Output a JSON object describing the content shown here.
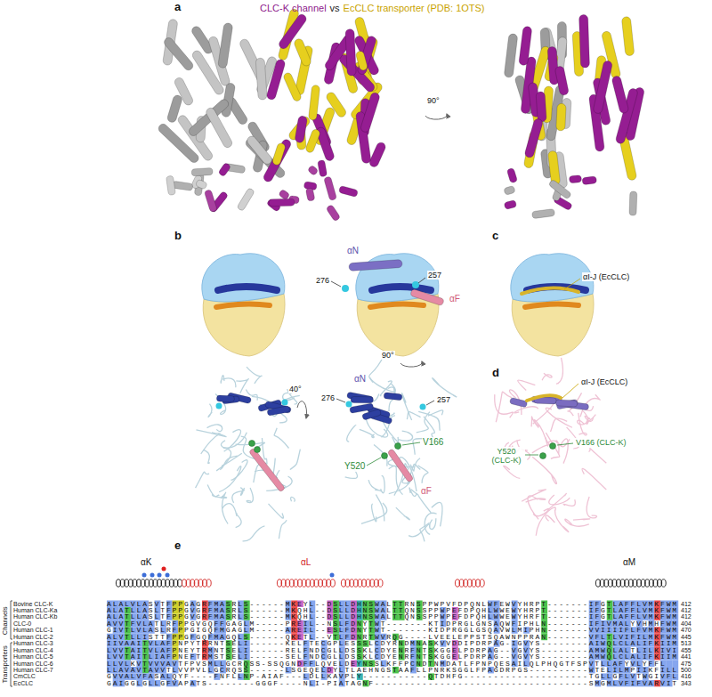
{
  "diagram": {
    "labels": [
      "a",
      "CLC-K channel",
      "vs",
      "EcCLC transporter (PDB: 1OTS)",
      "90°",
      "b",
      "αN",
      "276",
      "257",
      "αF",
      "90°",
      "40°",
      "αN",
      "276",
      "257",
      "V166",
      "Y520",
      "αF",
      "c",
      "αI-J (EcCLC)",
      "d",
      "αI-J (EcCLC)",
      "V166 (CLC-K)",
      "Y520 (CLC-K)",
      "e",
      "αK",
      "αL",
      "αM",
      "Channels",
      "Transporters",
      "Bovine CLC-K",
      "ALALVLASVTFPPGAGRFMASRLS------MKEYL--DSLLDHNSWALTTRNSPPWPVFDPQNLWFEWVYHRPT-------IFGTLAFFLVMKFWM",
      "412",
      "Human CLC-Ka",
      "ALATLLASLTFPPGVGRFMASRLS------MKQHL--DSLLDHNSWALTTQNSSPPWPEFDPQHLWWEWYHRPT-------IFGTLAFFLVMKFWM",
      "412",
      "Human CLC-Kb",
      "ALATLLASLTFPPGVGRFMASRLS------MKQHL--DSLLDHNSWALTTQNSSPPWPEFDPQHLWWEWYHRFT-------IFGTLAFFLVMKFWM",
      "412",
      "CLC-0",
      "AVVTFVLATLRFPPGVGQFFGAGLM-----PREIL--NSLFDNYTWT-------KTIDPRGLGNSAQWFIPHLN-------IFIVMALYVHMHFWM",
      "404",
      "Human CLC-1",
      "GIVTLVLASLRFPPGIGQFMGAGLM-----AREIL--ESLFDNYTWT-------KIDPRGGLGSQAVWLMIPHN-------VVIIIIFLFVMKFWM",
      "470",
      "Human CLC-2",
      "ALVTLLISTTFPPGFGQFMAGQLS------QKETL--VTLFDNRTWVRQG----LVEELEPPSTSQAWNPPRAN-------VFLTLVIFILMKFWM",
      "445",
      "Human CLC-3",
      "IIVAAITVLAFPNPYTRRNTSELI------KELFTECGPLESSSLCDYRNDMNASKVVDDIPDRPAG-IGVYS--------AIWQLCLALIFKIIM",
      "513",
      "Human CLC-4",
      "LVVTAITVLAFPNEYTRMNTSELI------RELFNDCGLLDSSKLCDYENRFNTSKGGELPDRPAG--VGVYS--------AMWQLALTLILKIVI",
      "455",
      "Human CLC-5",
      "LVVTAITLIAFPNEFTRMSTSELI------SELFNDCGLLDSSKLCDYENRFNTSKGGELPDRPAG--VGVYS--------AMWQLCLALIFKIIM",
      "441",
      "Human CLC-6",
      "LLVLKVTVVVAVTFPVSMLLGCRQSS-SSQGNDFFLQVELDEYNSSLKFFPCNDTNMDATLFPNPQESAILQLPHQGTFSPVTLLAFYVLYFFL",
      "475",
      "Human CLC-7",
      "LLAVAVTAVVTLVVPVLLGCRQSS------LSGEQELDYLTLAEHNGSTAAFLLPNRKSGGLFPAGDRPGS----------WTELILMPIIKFILL",
      "500",
      "CmCLC",
      "GVVALVFASALQYF----FNFLLNP-AIAF---LDLLKAVPLY-----------QTDHFG---------------------TGLLGFLVTWGIVFL",
      "416",
      "EcCLC",
      "GAIGGLGLLGFVAPATS--------GGGF----NLI-PIATAGNF------------------------------------SMGMLVFIFVARVIT",
      "343"
    ]
  }
}
